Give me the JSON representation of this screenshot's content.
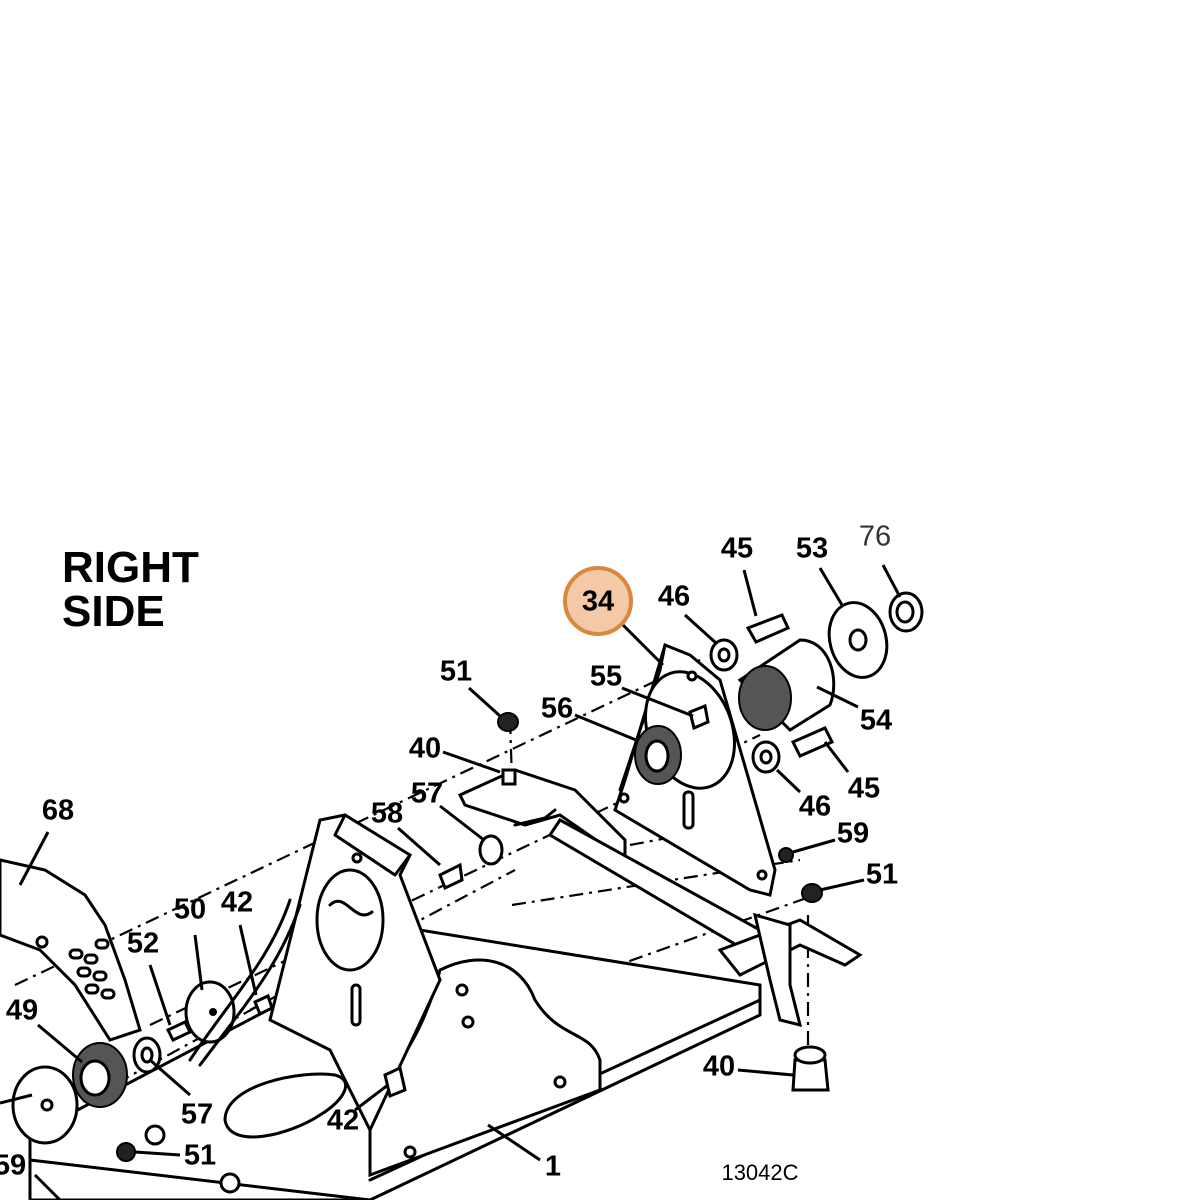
{
  "side_title": [
    "RIGHT",
    "SIDE"
  ],
  "drawing_number": "13042C",
  "highlight": {
    "label": "34",
    "fill": "#f3c9a8",
    "stroke": "#d9893e",
    "text": "#5a3410"
  },
  "callouts": {
    "c76": "76",
    "c45a": "45",
    "c53": "53",
    "c46a": "46",
    "c34": "34",
    "c55": "55",
    "c54": "54",
    "c56": "56",
    "c51a": "51",
    "c40a": "40",
    "c57a": "57",
    "c58": "58",
    "c46b": "46",
    "c45b": "45",
    "c59a": "59",
    "c51b": "51",
    "c68": "68",
    "c50": "50",
    "c42a": "42",
    "c52": "52",
    "c49": "49",
    "c57b": "57",
    "c42b": "42",
    "c51c": "51",
    "c40b": "40",
    "c1": "1",
    "c59b": "59"
  }
}
